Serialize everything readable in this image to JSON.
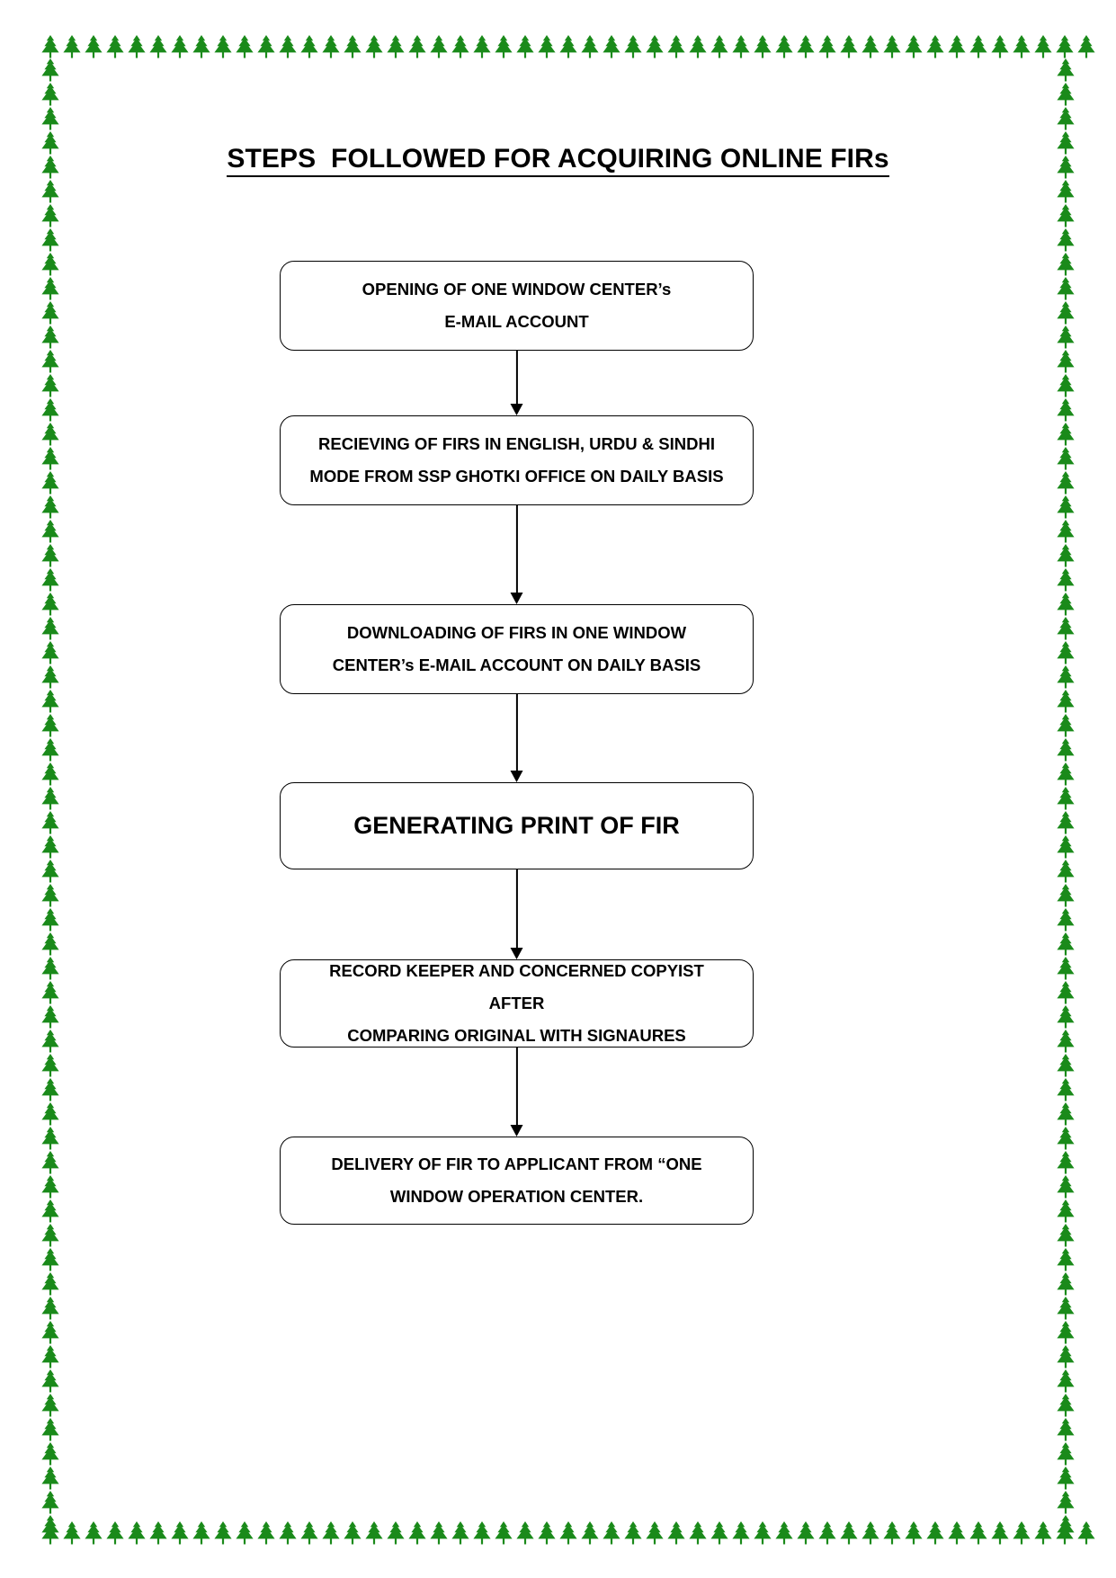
{
  "document": {
    "title": "STEPS  FOLLOWED FOR ACQUIRING ONLINE FIRs",
    "background_color": "#ffffff",
    "text_color": "#000000"
  },
  "border": {
    "icon": "pine-tree-icon",
    "color": "#1a8a1a",
    "pattern": "repeating-pine-trees",
    "tree_count_horizontal": 48,
    "tree_count_vertical": 62
  },
  "flowchart": {
    "type": "vertical-flow",
    "connector_icon": "down-arrow-icon",
    "steps": [
      {
        "index": 1,
        "text": "OPENING OF ONE WINDOW CENTER’s\nE-MAIL ACCOUNT",
        "emphasis": "normal"
      },
      {
        "index": 2,
        "text": "RECIEVING OF FIRS IN ENGLISH, URDU & SINDHI\nMODE FROM SSP GHOTKI OFFICE ON DAILY BASIS",
        "emphasis": "normal"
      },
      {
        "index": 3,
        "text": "DOWNLOADING OF FIRS IN ONE WINDOW\nCENTER’s E-MAIL ACCOUNT ON DAILY BASIS",
        "emphasis": "normal"
      },
      {
        "index": 4,
        "text": "GENERATING PRINT OF FIR",
        "emphasis": "large"
      },
      {
        "index": 5,
        "text": "RECORD KEEPER AND CONCERNED COPYIST AFTER\nCOMPARING ORIGINAL WITH SIGNAURES",
        "emphasis": "normal"
      },
      {
        "index": 6,
        "text": "DELIVERY OF FIR TO APPLICANT FROM “ONE\nWINDOW OPERATION CENTER.",
        "emphasis": "normal"
      }
    ]
  }
}
